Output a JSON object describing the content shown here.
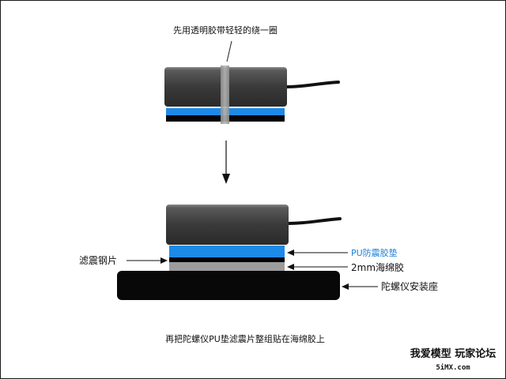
{
  "labels": {
    "top_note": "先用透明胶带轻轻的绕一圈",
    "pu_pad": "PU防震胶垫",
    "sponge_tape": "2mm海绵胶",
    "damping_steel": "滤震钢片",
    "gyro_mount": "陀螺仪安装座",
    "bottom_note": "再把陀螺仪PU垫滤震片整组贴在海绵胶上"
  },
  "watermark": {
    "line1": "我爱模型 玩家论坛",
    "line2": "5iMX.com"
  },
  "colors": {
    "pu_blue": "#1d8ae8",
    "label_blue": "#1a7fd6",
    "gyro_dark": "#3a3a3a",
    "sponge_gray": "#9c9c9c",
    "base_black": "#080808"
  }
}
